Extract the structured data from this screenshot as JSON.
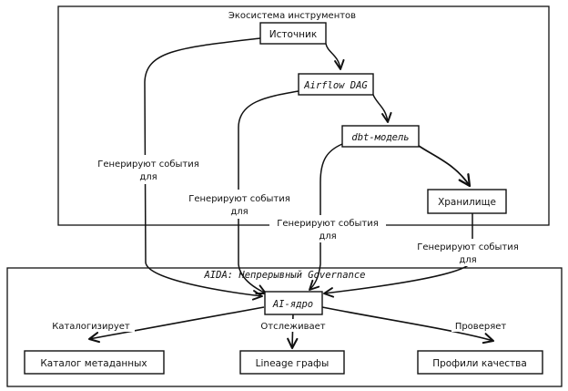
{
  "groups": {
    "ecosystem_title": "Экосистема инструментов",
    "aida_title": "AIDA: Непрерывный Governance"
  },
  "nodes": {
    "source": "Источник",
    "airflow": "Airflow DAG",
    "dbt": "dbt-модель",
    "storage": "Хранилище",
    "ai_core": "AI-ядро",
    "catalog": "Каталог метаданных",
    "lineage": "Lineage графы",
    "quality": "Профили качества"
  },
  "edges": {
    "gen_events_line1": "Генерируют события",
    "gen_events_line2": "для",
    "catalogs": "Каталогизирует",
    "tracks": "Отслеживает",
    "checks": "Проверяет"
  }
}
